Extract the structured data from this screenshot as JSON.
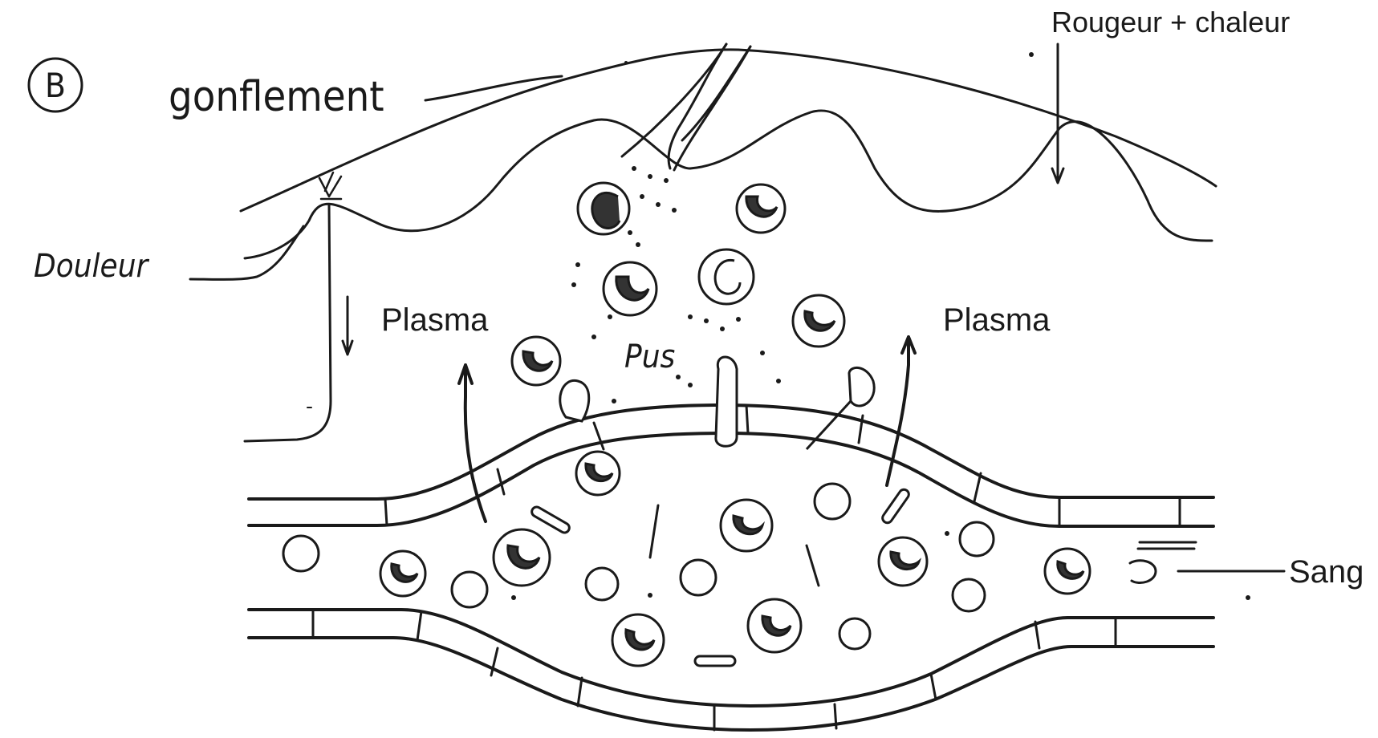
{
  "figure": {
    "panel_label": "B",
    "labels": {
      "gonflement": "gonflement",
      "rougeur": "Rougeur + chaleur",
      "douleur": "Douleur",
      "plasma_left": "Plasma",
      "plasma_right": "Plasma",
      "pus": "Pus",
      "sang": "Sang"
    }
  }
}
